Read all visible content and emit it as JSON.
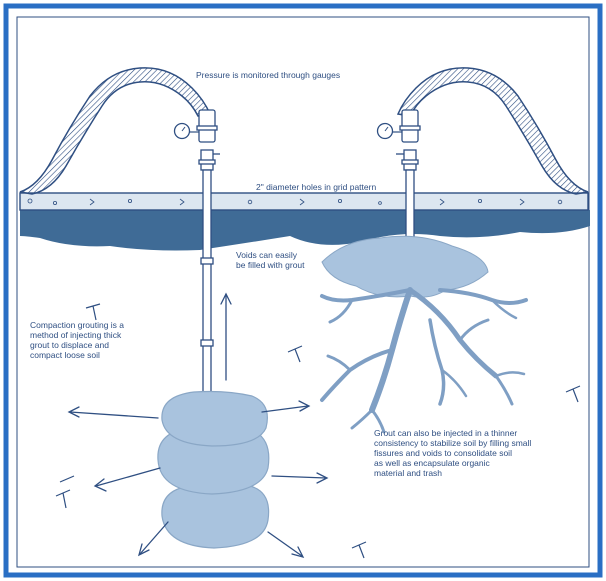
{
  "diagram": {
    "title": "Pressure is monitored through gauges",
    "holes_label": "2\" diameter holes in grid pattern",
    "voids_label": [
      "Voids can easily",
      "be filled with grout"
    ],
    "compaction_label": [
      "Compaction grouting is a",
      "method of injecting thick",
      "grout to displace and",
      "compact loose soil"
    ],
    "thin_grout_label": [
      "Grout can also be injected in a thinner",
      "consistency to stabilize soil by filling small",
      "fissures and voids to consolidate soil",
      "as well as encapsulate organic",
      "material and trash"
    ]
  },
  "colors": {
    "frame_blue": "#2a6fc4",
    "ink_navy": "#2f4f82",
    "grout_light_blue": "#a9c3de",
    "ground_dark_blue": "#3f6b96",
    "pavement_light": "#dce6f0"
  }
}
